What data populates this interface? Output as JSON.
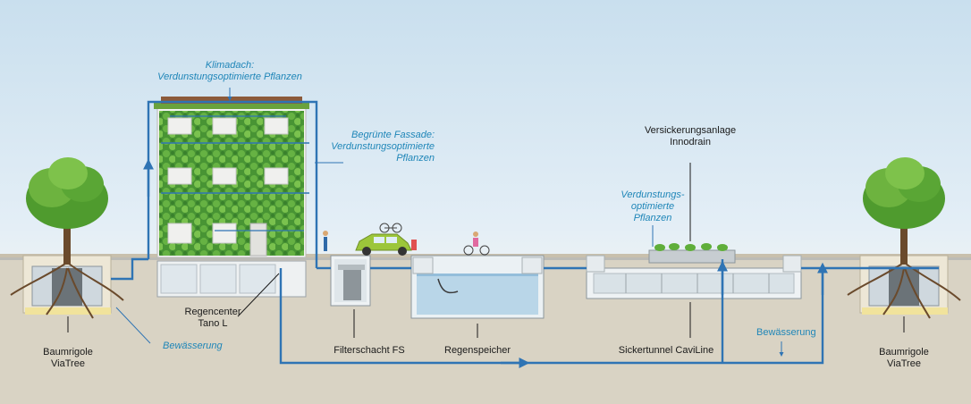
{
  "labels": {
    "roof": [
      "Klimadach:",
      "Verdunstungsoptimierte Pflanzen"
    ],
    "facade": [
      "Begrünte Fassade:",
      "Verdunstungsoptimierte",
      "Pflanzen"
    ],
    "infiltration_system": [
      "Versickerungsanlage",
      "Innodrain"
    ],
    "evaporation_plants": [
      "Verdunstungs-",
      "optimierte",
      "Pflanzen"
    ],
    "regencenter": [
      "Regencenter",
      "Tano L"
    ],
    "irrigation_left": "Bewässerung",
    "irrigation_right": "Bewässerung",
    "tree_left": [
      "Baumrigole",
      "ViaTree"
    ],
    "tree_right": [
      "Baumrigole",
      "ViaTree"
    ],
    "filter_shaft": "Filterschacht FS",
    "rain_storage": "Regenspeicher",
    "seepage_tunnel": "Sickertunnel CaviLine"
  },
  "colors": {
    "pipe": "#2f74b4",
    "label_blue": "#1f86b8",
    "ground": "#d9d3c4",
    "foliage": "#4f9b2e"
  }
}
